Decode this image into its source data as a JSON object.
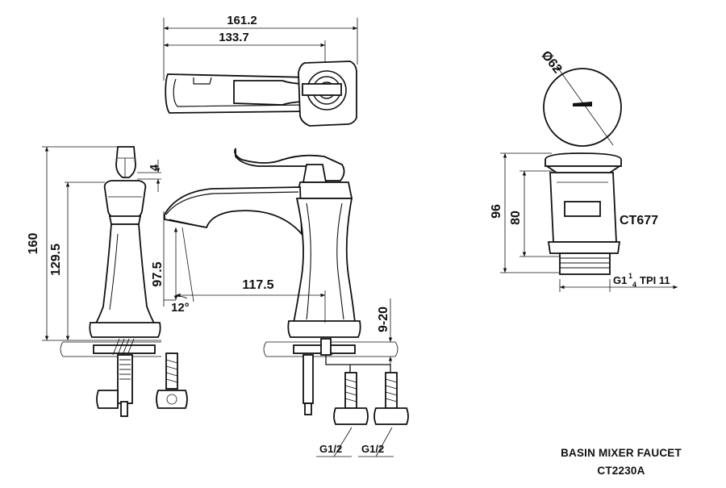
{
  "dimensions": {
    "top_overall": "161.2",
    "top_spout": "133.7",
    "height_total": "160",
    "height_handle": "129.5",
    "handle_gap": "4",
    "spout_height": "97.5",
    "spout_reach": "117.5",
    "spout_angle": "12°",
    "deck_thickness": "9-20",
    "drain_diameter": "Ø62",
    "drain_height": "96",
    "drain_body": "80",
    "drain_thread_main": "G1",
    "drain_thread_num": "1",
    "drain_thread_den": "4",
    "drain_thread_tpi": "TPI 11",
    "inlet_left": "G1/2",
    "inlet_right": "G1/2"
  },
  "labels": {
    "drain_model": "CT677",
    "title_line1": "BASIN MIXER  FAUCET",
    "title_line2": "CT2230A"
  }
}
